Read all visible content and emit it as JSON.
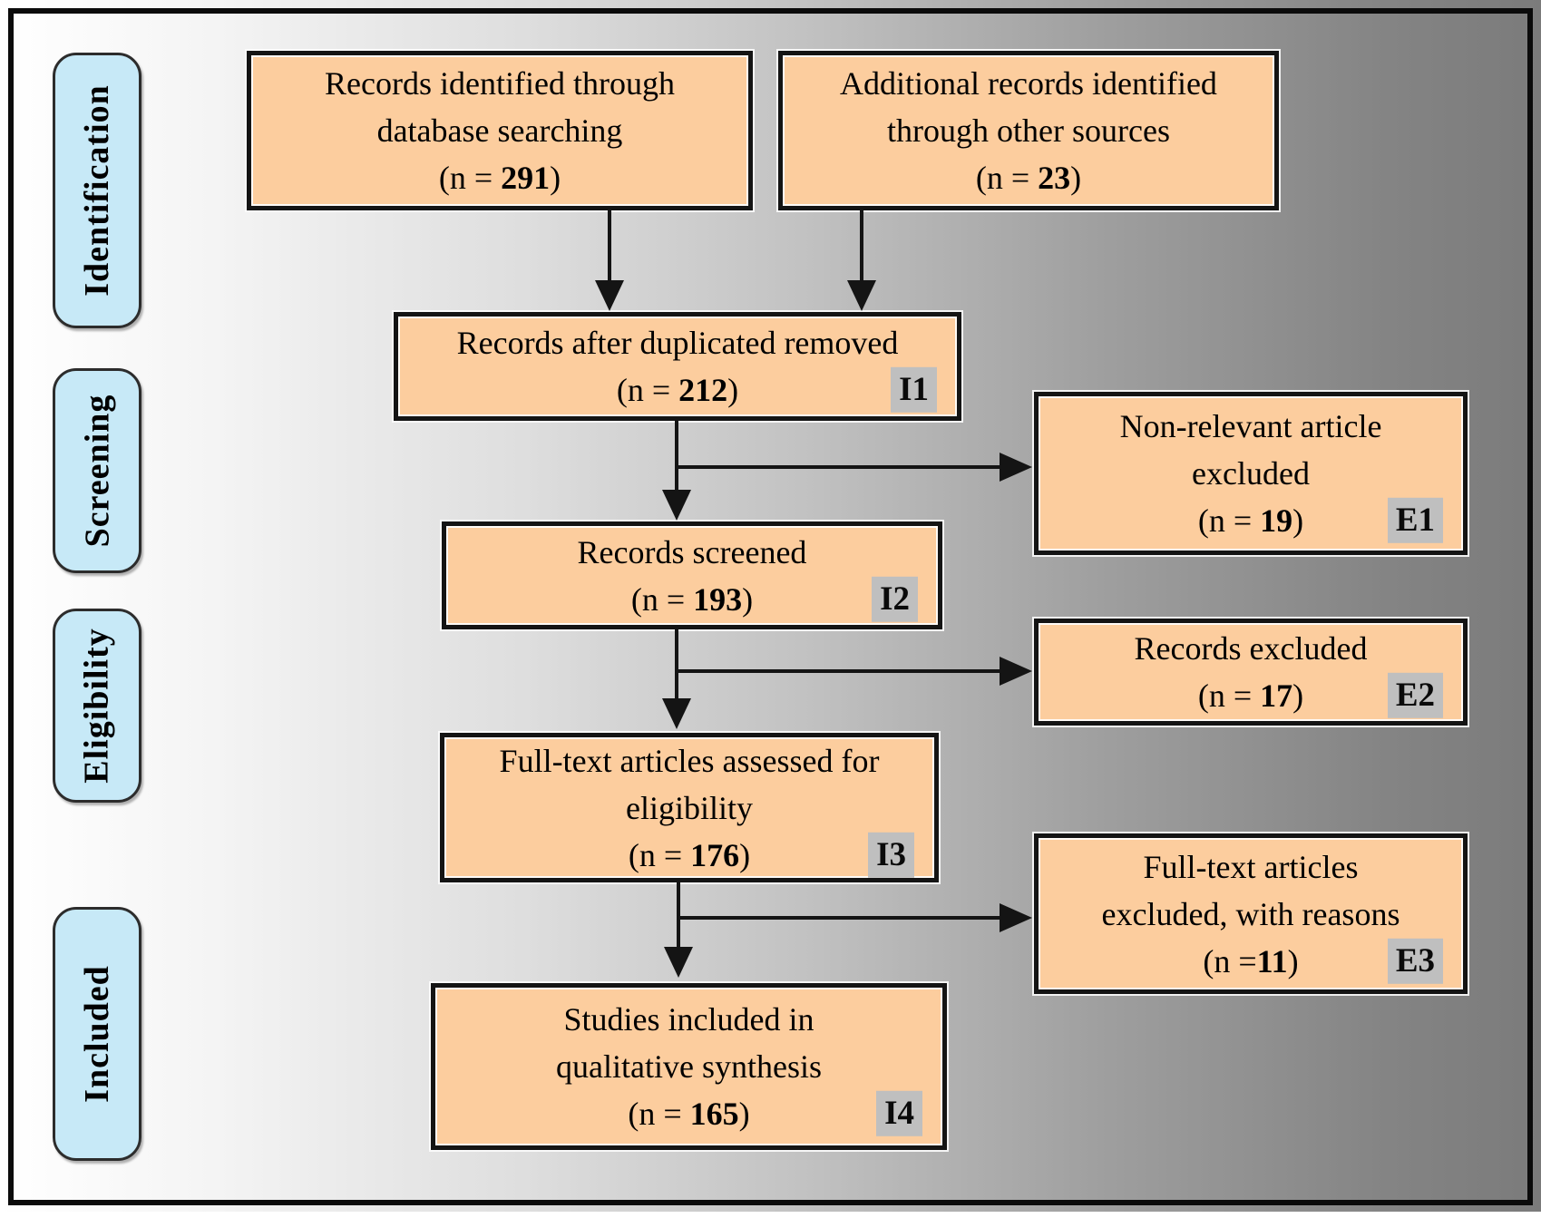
{
  "figure": {
    "type": "PRISMA flow diagram"
  },
  "stages": [
    {
      "label": "Identification"
    },
    {
      "label": "Screening"
    },
    {
      "label": "Eligibility"
    },
    {
      "label": "Included"
    }
  ],
  "boxes": {
    "identified_db": {
      "lines": [
        "Records identified through",
        "database searching"
      ],
      "n_prefix": "(n = ",
      "n_value": "291",
      "n_suffix": ")"
    },
    "identified_other": {
      "lines": [
        "Additional records identified",
        "through other sources"
      ],
      "n_prefix": "(n = ",
      "n_value": "23",
      "n_suffix": ")"
    },
    "after_duplicates": {
      "lines": [
        "Records after duplicated removed"
      ],
      "n_prefix": "(n = ",
      "n_value": "212",
      "n_suffix": ")",
      "tag": "I1"
    },
    "nonrelevant_excluded": {
      "lines": [
        "Non-relevant article",
        "excluded"
      ],
      "n_prefix": "(n = ",
      "n_value": "19",
      "n_suffix": ")",
      "tag": "E1"
    },
    "screened": {
      "lines": [
        "Records screened"
      ],
      "n_prefix": "(n = ",
      "n_value": "193",
      "n_suffix": ")",
      "tag": "I2"
    },
    "records_excluded": {
      "lines": [
        "Records excluded"
      ],
      "n_prefix": "(n = ",
      "n_value": "17",
      "n_suffix": ")",
      "tag": "E2"
    },
    "fulltext_assessed": {
      "lines": [
        "Full-text articles assessed for",
        "eligibility"
      ],
      "n_prefix": "(n = ",
      "n_value": "176",
      "n_suffix": ")",
      "tag": "I3"
    },
    "fulltext_excluded": {
      "lines": [
        "Full-text articles",
        "excluded, with reasons"
      ],
      "n_prefix": "(n =",
      "n_value": "11",
      "n_suffix": ")",
      "tag": "E3"
    },
    "included_qualitative": {
      "lines": [
        "Studies included in",
        "qualitative synthesis"
      ],
      "n_prefix": "(n = ",
      "n_value": "165",
      "n_suffix": ")",
      "tag": "I4"
    }
  },
  "colors": {
    "box_fill": "#FCCD9E",
    "box_border": "#141414",
    "stage_fill": "#C7E9F7",
    "stage_border": "#2C2C2C",
    "tag_background": "#BFBFBF",
    "arrow": "#141414",
    "background_left": "#FFFFFF",
    "background_right": "#7B7B7B"
  }
}
